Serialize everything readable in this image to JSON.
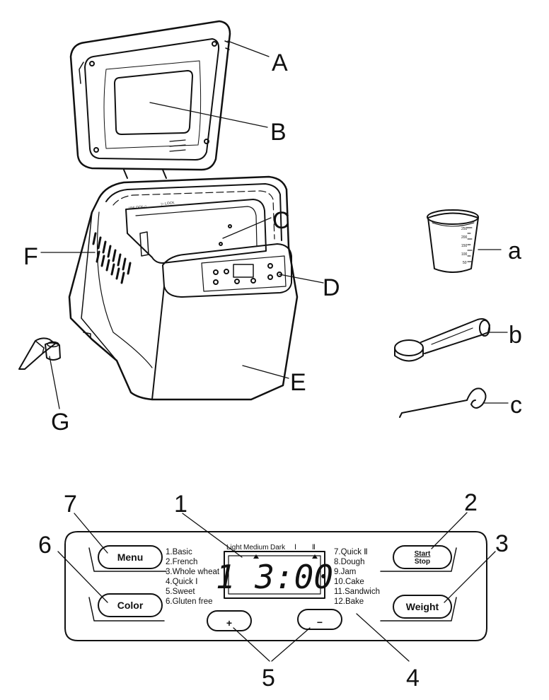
{
  "callouts": {
    "A": "A",
    "B": "B",
    "C": "C",
    "D": "D",
    "E": "E",
    "F": "F",
    "G": "G",
    "a": "a",
    "b": "b",
    "c": "c",
    "n1": "1",
    "n2": "2",
    "n3": "3",
    "n4": "4",
    "n5": "5",
    "n6": "6",
    "n7": "7"
  },
  "lid_marks": {
    "unlock": "UNLOCK◁",
    "lock": "▷ LOCK"
  },
  "cup_ticks": [
    "250",
    "200",
    "150",
    "100",
    "50"
  ],
  "panel": {
    "menu_button": "Menu",
    "color_button": "Color",
    "start_stop_top": "Start",
    "start_stop_bottom": "Stop",
    "weight_button": "Weight",
    "plus_button": "+",
    "minus_button": "−",
    "crust_header": [
      "Light",
      "Medium",
      "Dark",
      "Ⅰ",
      "Ⅱ"
    ],
    "display_value": "1 3:00",
    "programs_left": [
      "1.Basic",
      "2.French",
      "3.Whole wheat",
      "4.Quick Ⅰ",
      "5.Sweet",
      "6.Gluten free"
    ],
    "programs_right": [
      "7.Quick Ⅱ",
      "8.Dough",
      "9.Jam",
      "10.Cake",
      "11.Sandwich",
      "12.Bake"
    ]
  },
  "colors": {
    "line": "#111111",
    "background": "#ffffff"
  }
}
